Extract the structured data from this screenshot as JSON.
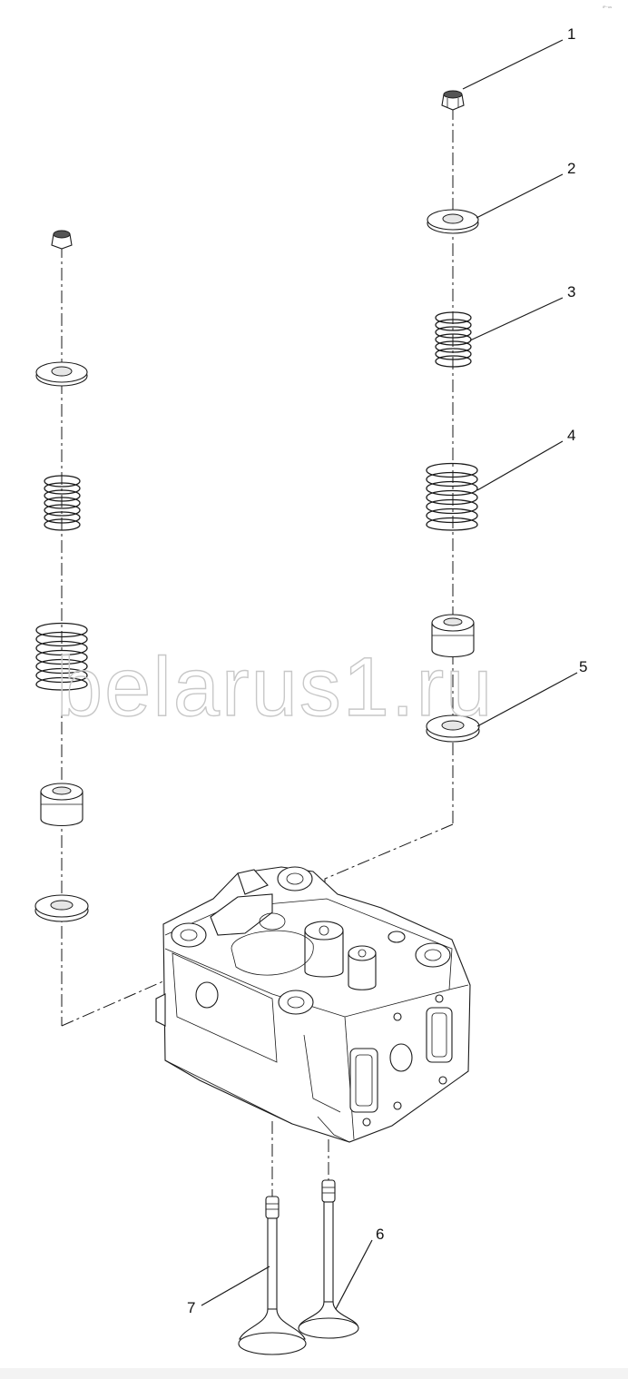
{
  "watermark": "belarus1.ru",
  "corner_mark": "iP~us",
  "callouts": [
    {
      "id": "1",
      "label": "1"
    },
    {
      "id": "2",
      "label": "2"
    },
    {
      "id": "3",
      "label": "3"
    },
    {
      "id": "4",
      "label": "4"
    },
    {
      "id": "5",
      "label": "5"
    },
    {
      "id": "6",
      "label": "6"
    },
    {
      "id": "7",
      "label": "7"
    }
  ]
}
